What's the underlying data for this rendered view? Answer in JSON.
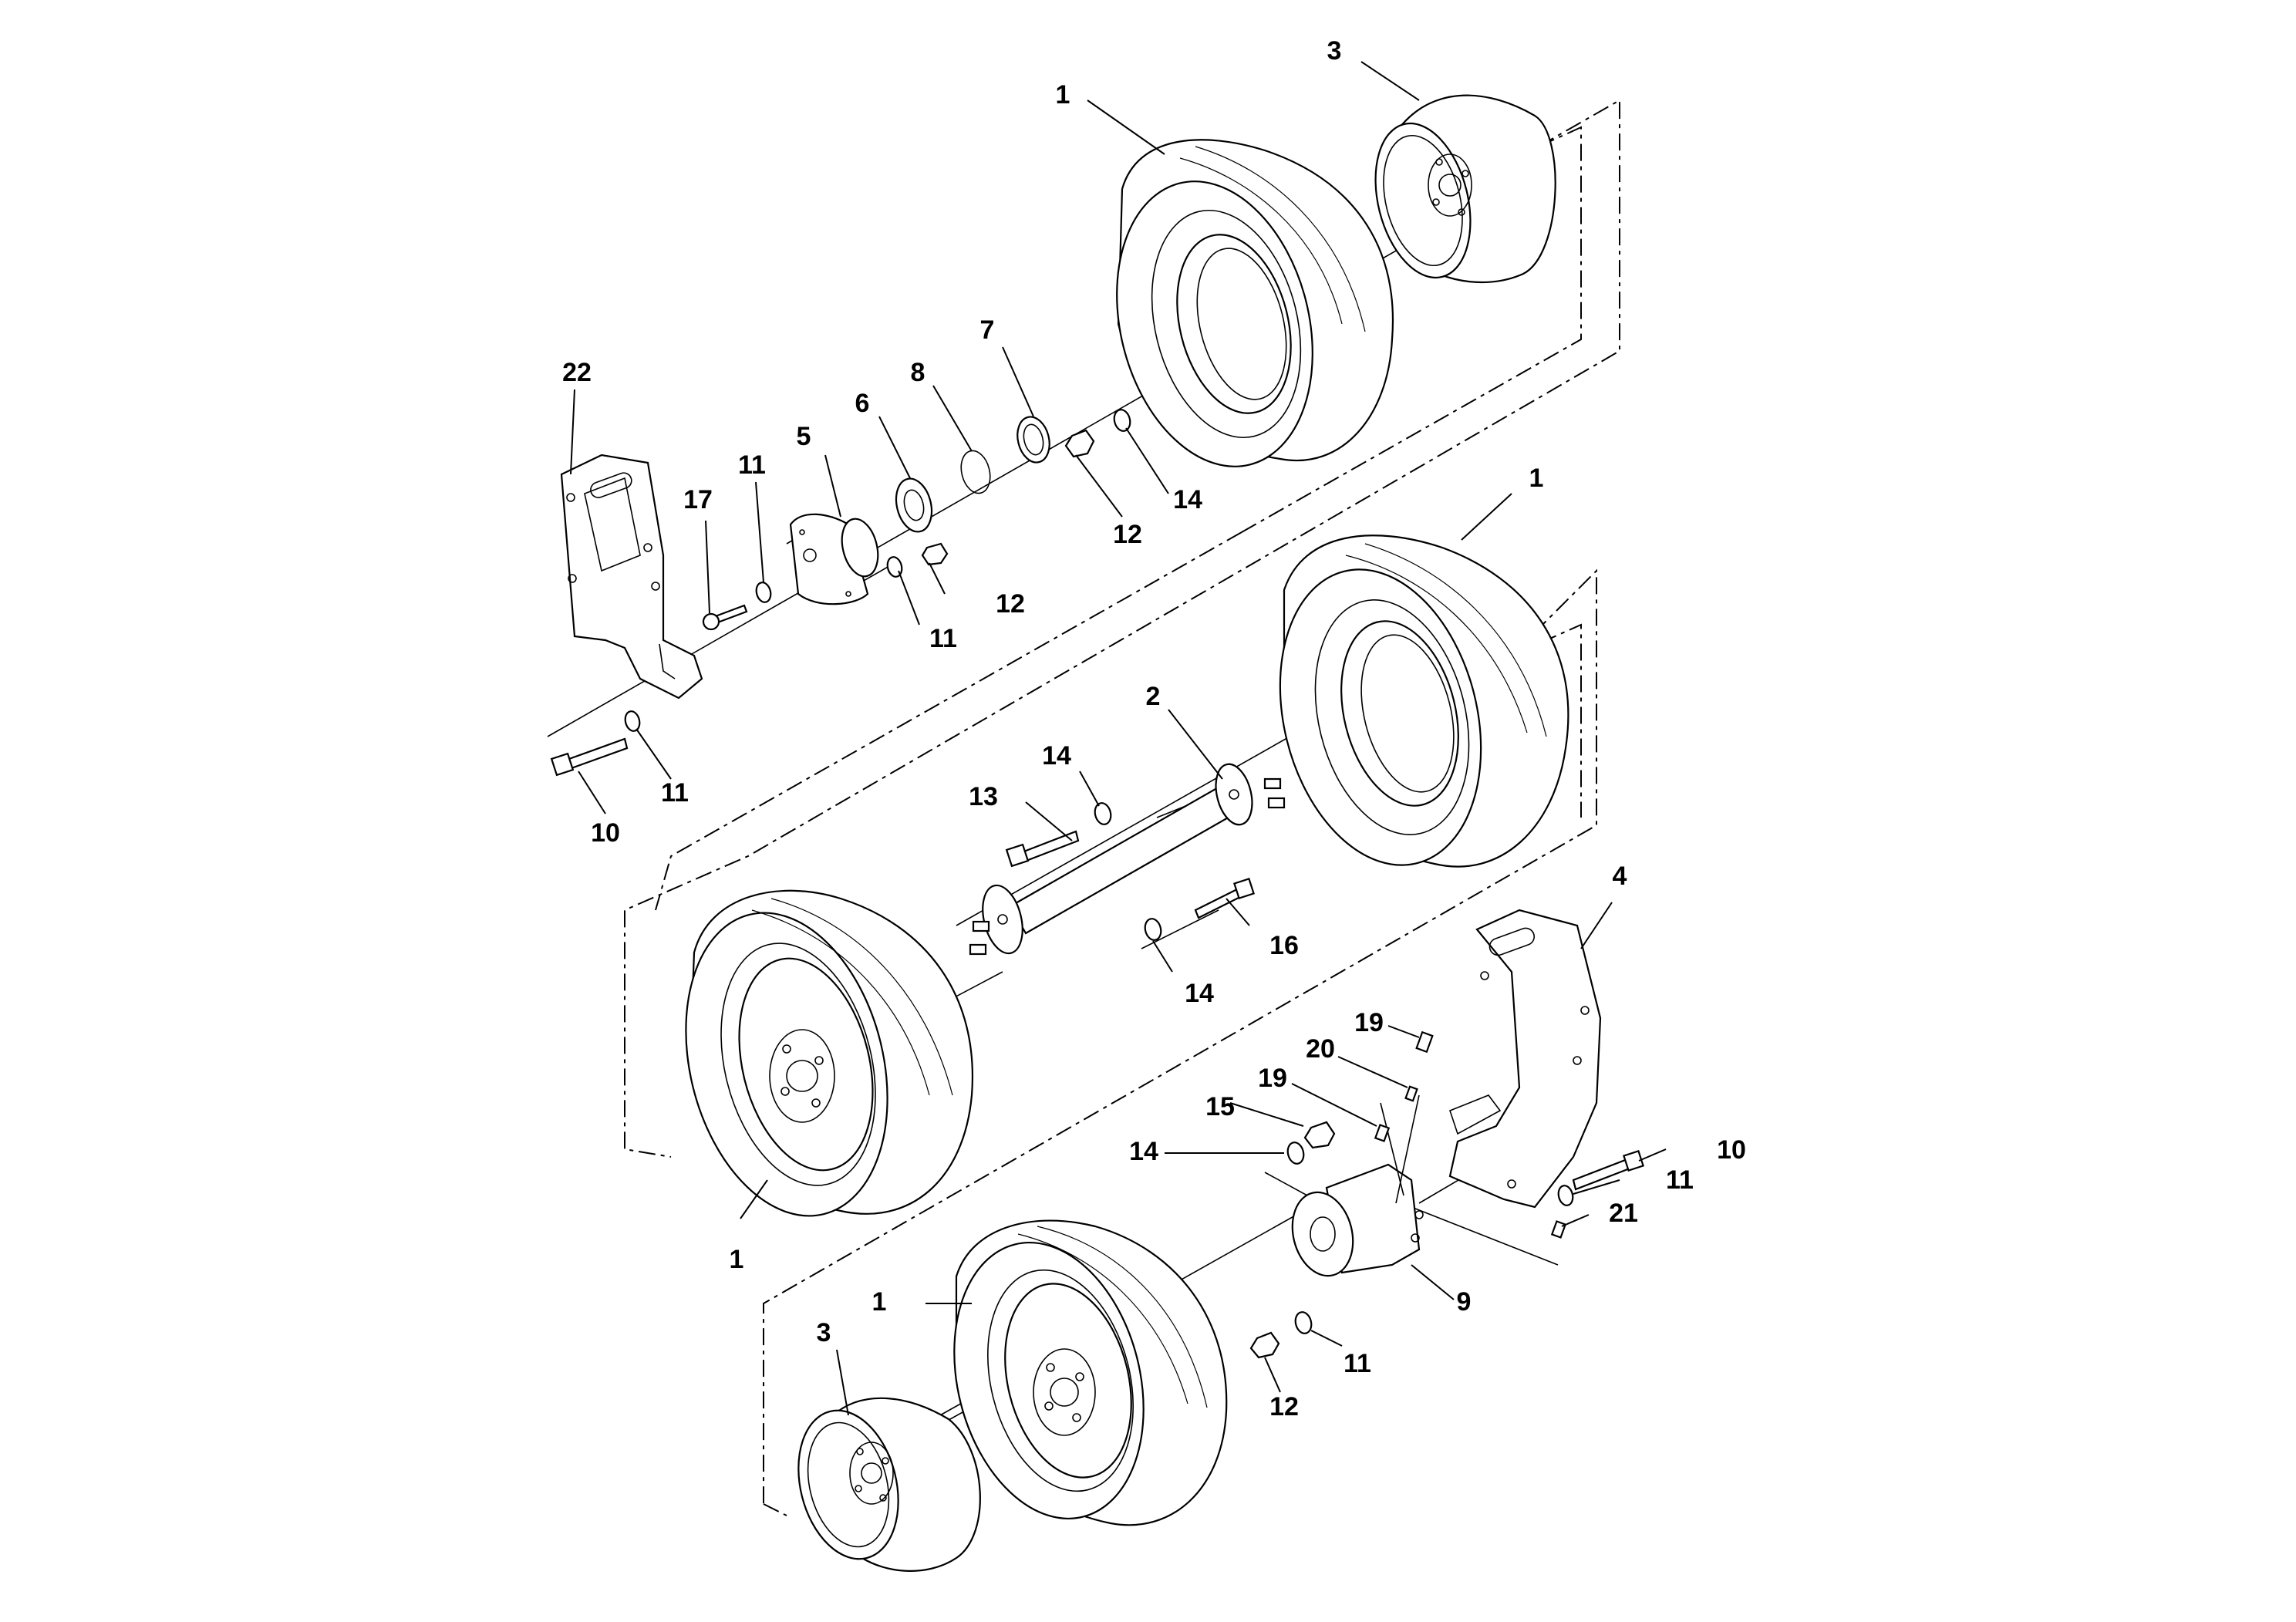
{
  "callouts": {
    "c1": "1",
    "c2": "2",
    "c3": "3",
    "c4": "4",
    "c5": "5",
    "c6": "6",
    "c7": "7",
    "c8": "8",
    "c9": "9",
    "c10": "10",
    "c11": "11",
    "c12": "12",
    "c13": "13",
    "c14": "14",
    "c15": "15",
    "c16": "16",
    "c17": "17",
    "c19": "19",
    "c20": "20",
    "c21": "21",
    "c22": "22"
  }
}
